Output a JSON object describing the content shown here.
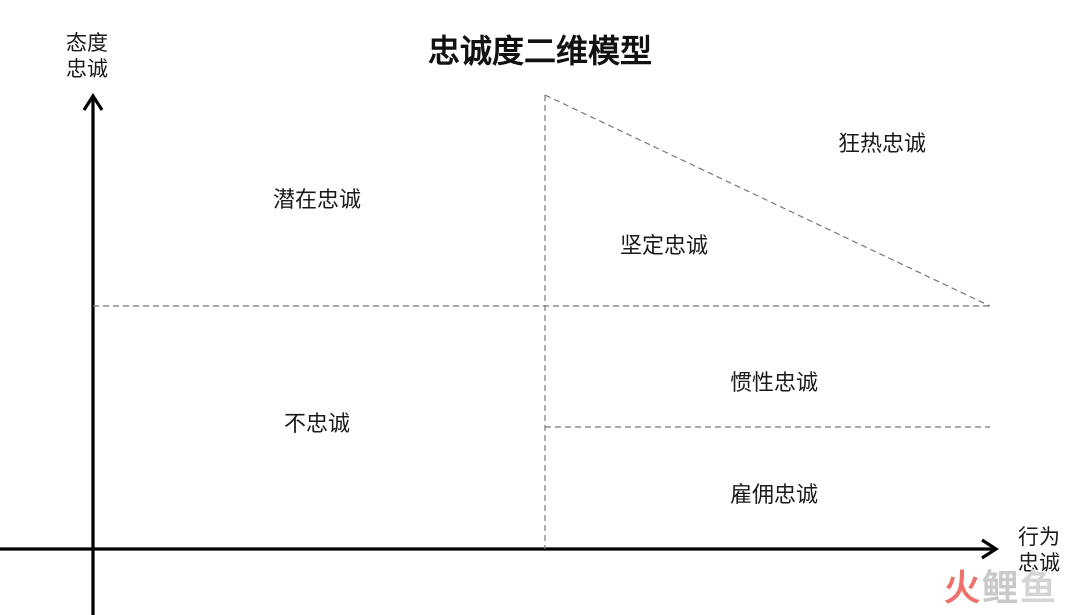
{
  "title": "忠诚度二维模型",
  "axes": {
    "y_label_line1": "态度",
    "y_label_line2": "忠诚",
    "x_label_line1": "行为",
    "x_label_line2": "忠诚"
  },
  "regions": {
    "latent": "潜在忠诚",
    "disloyal": "不忠诚",
    "committed": "坚定忠诚",
    "fanatical": "狂热忠诚",
    "inertia": "惯性忠诚",
    "hired": "雇佣忠诚"
  },
  "watermark": {
    "char1": "火",
    "char2": "鲤",
    "char3": "鱼"
  },
  "colors": {
    "axis": "#000000",
    "dashed": "#777777",
    "watermark_accent": "#e8413a"
  }
}
